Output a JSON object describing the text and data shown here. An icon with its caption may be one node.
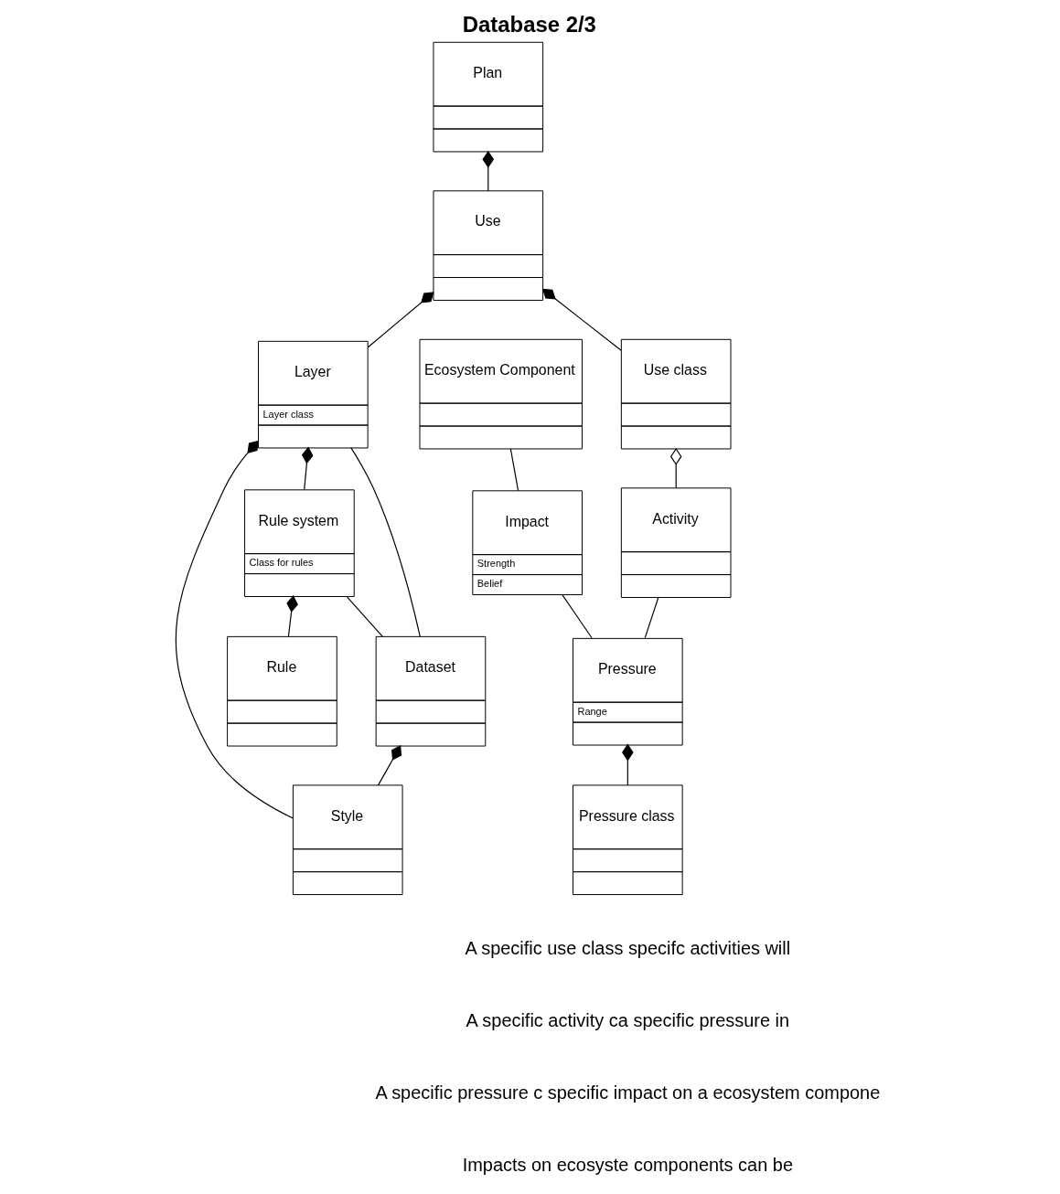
{
  "diagram": {
    "title": "Database 2/3",
    "nodes": [
      {
        "text": [
          "Plan"
        ]
      },
      {
        "text": [
          "Use"
        ]
      },
      {
        "text": [
          "Use class"
        ]
      },
      {
        "text": [
          "Layer",
          "Layer class"
        ]
      },
      {
        "text": [
          "Rule system",
          "Class for rules"
        ]
      },
      {
        "text": [
          "Dataset"
        ]
      },
      {
        "text": [
          "Rule"
        ]
      },
      {
        "text": [
          "Style"
        ]
      },
      {
        "text": [
          "Ecosystem Component"
        ]
      },
      {
        "text": [
          "Impact",
          "Strength",
          "Belief"
        ]
      },
      {
        "text": [
          "Activity"
        ]
      },
      {
        "text": [
          "Pressure",
          "Range"
        ]
      },
      {
        "text": [
          "Pressure class"
        ]
      }
    ],
    "edges": [
      {
        "from": 0,
        "to": 1,
        "arrow": "other"
      },
      {
        "from": 1,
        "to": 2,
        "arrow": "other"
      },
      {
        "from": 1,
        "to": 3,
        "arrow": "other"
      },
      {
        "from": 2,
        "to": 10,
        "arrow": "other"
      },
      {
        "from": 10,
        "to": 11,
        "arrow": "none"
      },
      {
        "from": 11,
        "to": 12,
        "arrow": "other"
      },
      {
        "from": 9,
        "to": 11,
        "arrow": "none"
      },
      {
        "from": 8,
        "to": 9,
        "arrow": "none"
      },
      {
        "from": 3,
        "to": 4,
        "arrow": "other"
      },
      {
        "from": 3,
        "to": 7,
        "arrow": "other"
      },
      {
        "from": 3,
        "to": 5,
        "arrow": "none"
      },
      {
        "from": 4,
        "to": 5,
        "arrow": "none"
      },
      {
        "from": 4,
        "to": 6,
        "arrow": "other"
      },
      {
        "from": 5,
        "to": 7,
        "arrow": "other"
      }
    ],
    "labels": [
      "A specific use class specifc activities will",
      "A specific activity ca specific pressure in",
      "A specific pressure c specific impact on a ecosystem compone",
      "Impacts on ecosyste components can be"
    ]
  }
}
